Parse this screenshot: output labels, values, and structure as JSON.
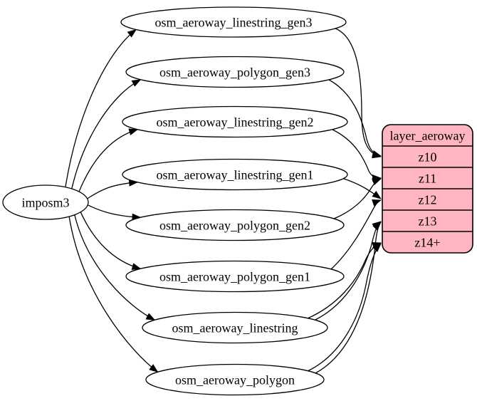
{
  "diagram": {
    "background_color": "#ffffff",
    "edge_color": "#000000",
    "source_node": {
      "id": "imposm3",
      "label": "imposm3"
    },
    "table_nodes": [
      {
        "id": "osm_aeroway_linestring_gen3",
        "label": "osm_aeroway_linestring_gen3"
      },
      {
        "id": "osm_aeroway_polygon_gen3",
        "label": "osm_aeroway_polygon_gen3"
      },
      {
        "id": "osm_aeroway_linestring_gen2",
        "label": "osm_aeroway_linestring_gen2"
      },
      {
        "id": "osm_aeroway_linestring_gen1",
        "label": "osm_aeroway_linestring_gen1"
      },
      {
        "id": "osm_aeroway_polygon_gen2",
        "label": "osm_aeroway_polygon_gen2"
      },
      {
        "id": "osm_aeroway_polygon_gen1",
        "label": "osm_aeroway_polygon_gen1"
      },
      {
        "id": "osm_aeroway_linestring",
        "label": "osm_aeroway_linestring"
      },
      {
        "id": "osm_aeroway_polygon",
        "label": "osm_aeroway_polygon"
      }
    ],
    "layer_node": {
      "id": "layer_aeroway",
      "title": "layer_aeroway",
      "rows": [
        {
          "id": "z10",
          "label": "z10"
        },
        {
          "id": "z11",
          "label": "z11"
        },
        {
          "id": "z12",
          "label": "z12"
        },
        {
          "id": "z13",
          "label": "z13"
        },
        {
          "id": "z14+",
          "label": "z14+"
        }
      ],
      "fill_color": "#ffb6c1",
      "stroke_color": "#000000"
    },
    "edges": [
      {
        "from": "imposm3",
        "to": "osm_aeroway_linestring_gen3"
      },
      {
        "from": "imposm3",
        "to": "osm_aeroway_polygon_gen3"
      },
      {
        "from": "imposm3",
        "to": "osm_aeroway_linestring_gen2"
      },
      {
        "from": "imposm3",
        "to": "osm_aeroway_linestring_gen1"
      },
      {
        "from": "imposm3",
        "to": "osm_aeroway_polygon_gen2"
      },
      {
        "from": "imposm3",
        "to": "osm_aeroway_polygon_gen1"
      },
      {
        "from": "imposm3",
        "to": "osm_aeroway_linestring"
      },
      {
        "from": "imposm3",
        "to": "osm_aeroway_polygon"
      },
      {
        "from": "osm_aeroway_linestring_gen3",
        "to": "z10"
      },
      {
        "from": "osm_aeroway_polygon_gen3",
        "to": "z10"
      },
      {
        "from": "osm_aeroway_linestring_gen2",
        "to": "z11"
      },
      {
        "from": "osm_aeroway_polygon_gen2",
        "to": "z11"
      },
      {
        "from": "osm_aeroway_linestring_gen1",
        "to": "z12"
      },
      {
        "from": "osm_aeroway_polygon_gen1",
        "to": "z12"
      },
      {
        "from": "osm_aeroway_linestring",
        "to": "z13"
      },
      {
        "from": "osm_aeroway_linestring",
        "to": "z14+"
      },
      {
        "from": "osm_aeroway_polygon",
        "to": "z13"
      },
      {
        "from": "osm_aeroway_polygon",
        "to": "z14+"
      }
    ]
  }
}
